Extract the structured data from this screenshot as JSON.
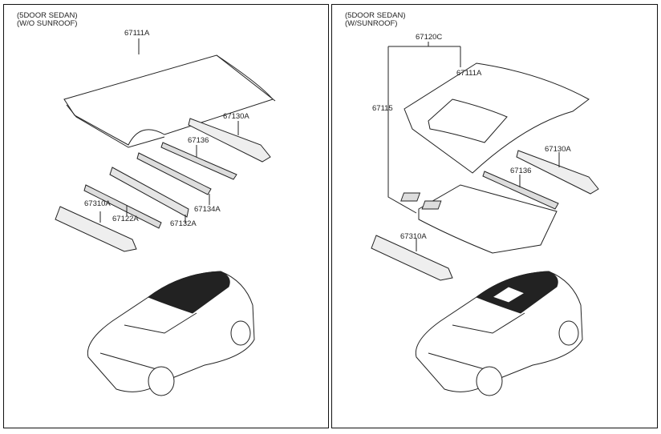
{
  "panels": [
    {
      "caption_line1": "(5DOOR SEDAN)",
      "caption_line2": "(W/O SUNROOF)",
      "parts": {
        "roof_panel": "67111A",
        "front_rail": "67130A",
        "bow_1": "67136",
        "bow_2": "67134A",
        "center_rail": "67132A",
        "bow_3": "67122A",
        "rear_rail": "67310A"
      }
    },
    {
      "caption_line1": "(5DOOR SEDAN)",
      "caption_line2": "(W/SUNROOF)",
      "parts": {
        "roof_assembly": "67120C",
        "roof_panel": "67111A",
        "sunroof_frame": "67115",
        "front_rail": "67130A",
        "bow_1": "67136",
        "rear_rail": "67310A"
      }
    }
  ]
}
